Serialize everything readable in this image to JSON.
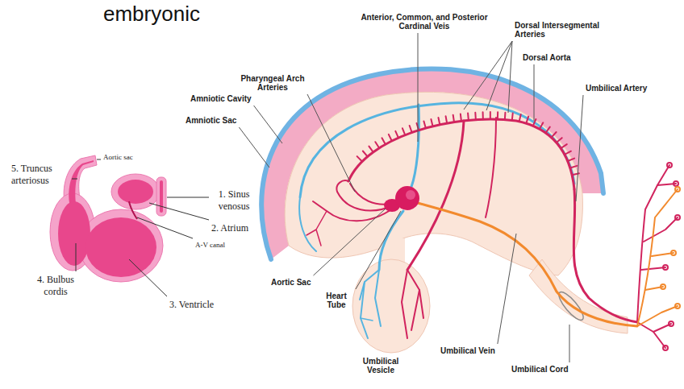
{
  "diagram": {
    "title": "embryonic",
    "labels": [
      "Anterior, Common, and Posterior Cardinal Veis",
      "Dorsal Intersegmental Arteries",
      "Dorsal Aorta",
      "Pharyngeal Arch Arteries",
      "Umbilical Artery",
      "Amniotic Cavity",
      "Amniotic Sac",
      "Aortic Sac",
      "Heart Tube",
      "Umbilical Vesicle",
      "Umbilical Vein",
      "Umbilical Cord",
      "5. Truncus arteriosus",
      "Aortic sac",
      "1. Sinus venosus",
      "2. Atrium",
      "A-V canal",
      "4. Bulbus cordis",
      "3. Ventricle"
    ]
  }
}
